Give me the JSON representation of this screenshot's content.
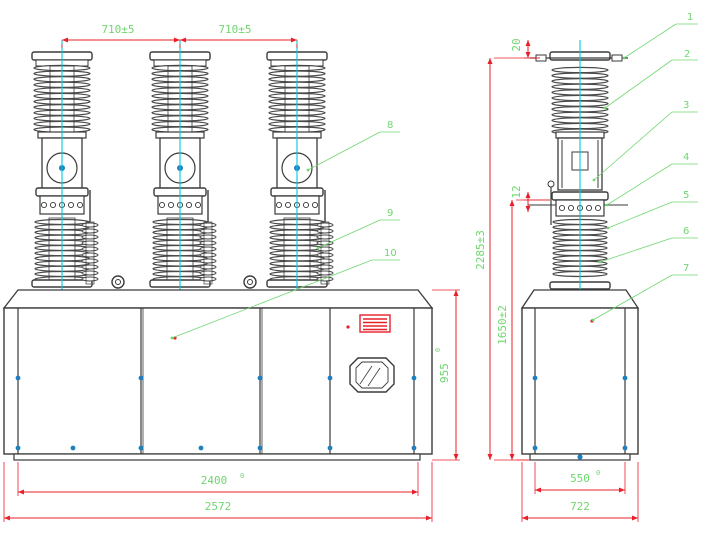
{
  "colors": {
    "outline": "#3a3a3a",
    "shed": "#4a4a4a",
    "centerline": "#00c8e0",
    "dimension": "#e8202a",
    "dimension_text": "#6fd66f",
    "callout": "#6fd66f",
    "nameplate": "#e8202a",
    "mark": "#e8202a",
    "bolt": "#1f7fbf"
  },
  "dimensions": {
    "pitch_1": "710±5",
    "pitch_2": "710±5",
    "top_gap": "20",
    "flange_gap": "12",
    "total_height": "2285±3",
    "base_height": "1650±2",
    "tank_height": "955",
    "tank_height_tol": "0",
    "mount_width": "2400",
    "mount_width_tol": "0",
    "overall_width": "2572",
    "side_mount_width": "550",
    "side_mount_tol": "0",
    "side_overall_width": "722"
  },
  "callouts": [
    "1",
    "2",
    "3",
    "4",
    "5",
    "6",
    "7",
    "8",
    "9",
    "10"
  ],
  "icons": {
    "nameplate": "nameplate-icon",
    "sight_glass": "sight-glass-icon",
    "lifting_eye": "lifting-eye-icon"
  }
}
